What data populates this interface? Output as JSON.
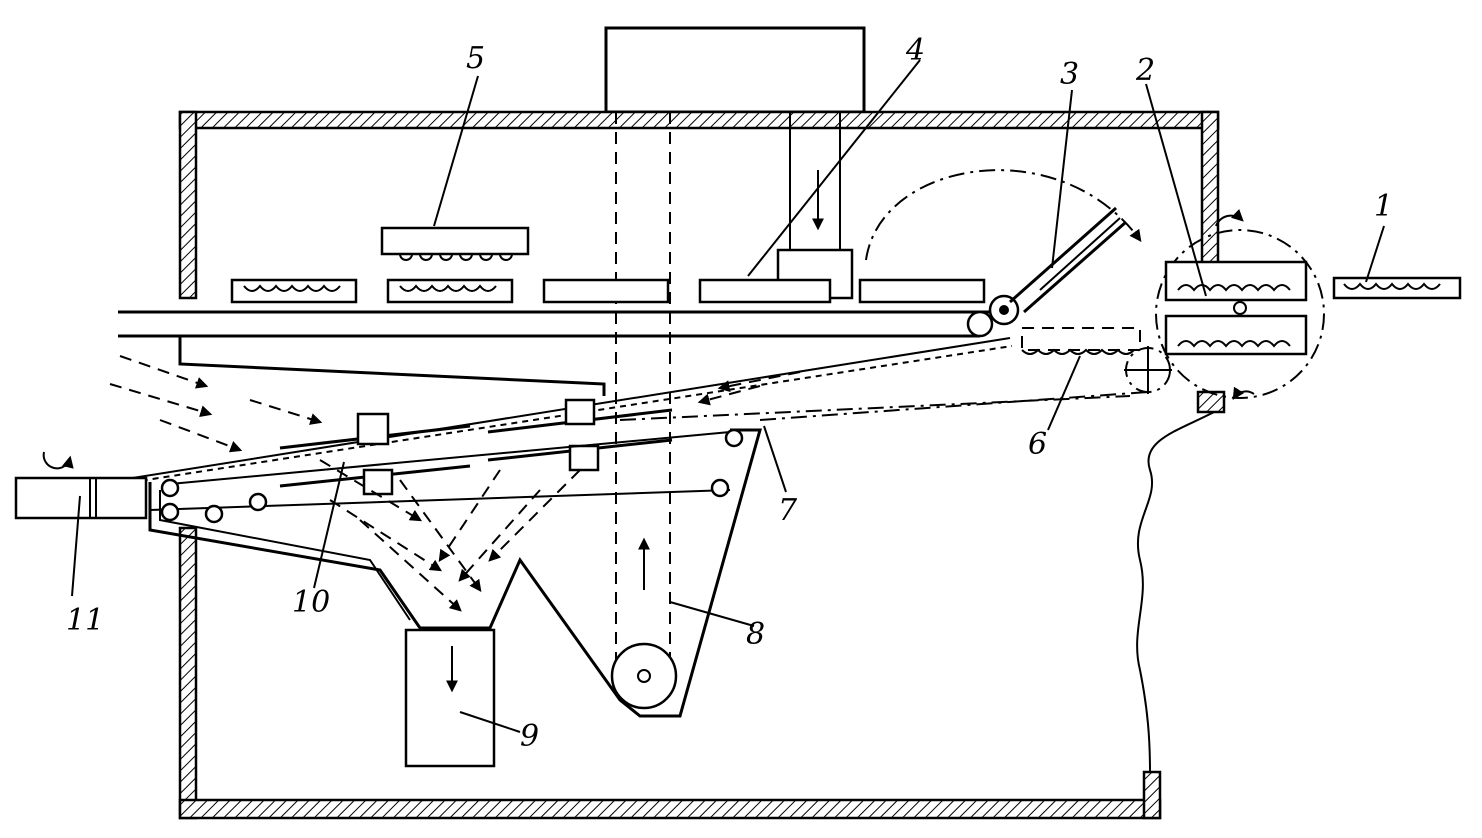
{
  "colors": {
    "line": "#000000",
    "background": "#ffffff"
  },
  "labels": {
    "l1": "1",
    "l2": "2",
    "l3": "3",
    "l4": "4",
    "l5": "5",
    "l6": "6",
    "l7": "7",
    "l8": "8",
    "l9": "9",
    "l10": "10",
    "l11": "11"
  }
}
